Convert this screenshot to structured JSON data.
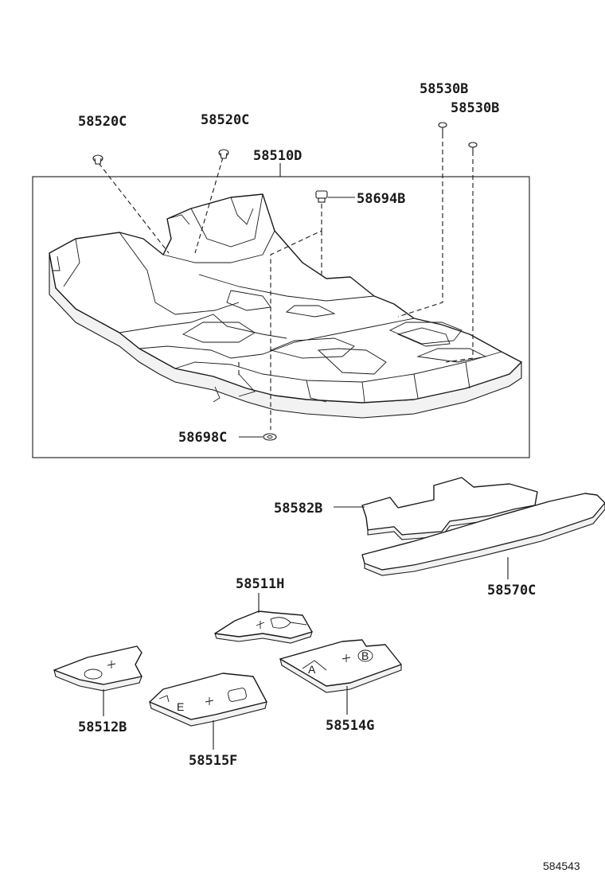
{
  "diagram_code": "584543",
  "parts": {
    "carpet_main": "58510D",
    "clip_left": "58520C",
    "clip_center": "58520C",
    "screw_upper": "58530B",
    "screw_lower": "58530B",
    "nut_upper": "58694B",
    "nut_lower": "58698C",
    "rear_mat": "58582B",
    "rear_board": "58570C",
    "mat_h": "58511H",
    "mat_b": "58512B",
    "mat_f": "58515F",
    "mat_g": "58514G"
  },
  "mat_markings": {
    "mat_g_a": "A",
    "mat_g_b": "B",
    "mat_f_e": "E"
  }
}
